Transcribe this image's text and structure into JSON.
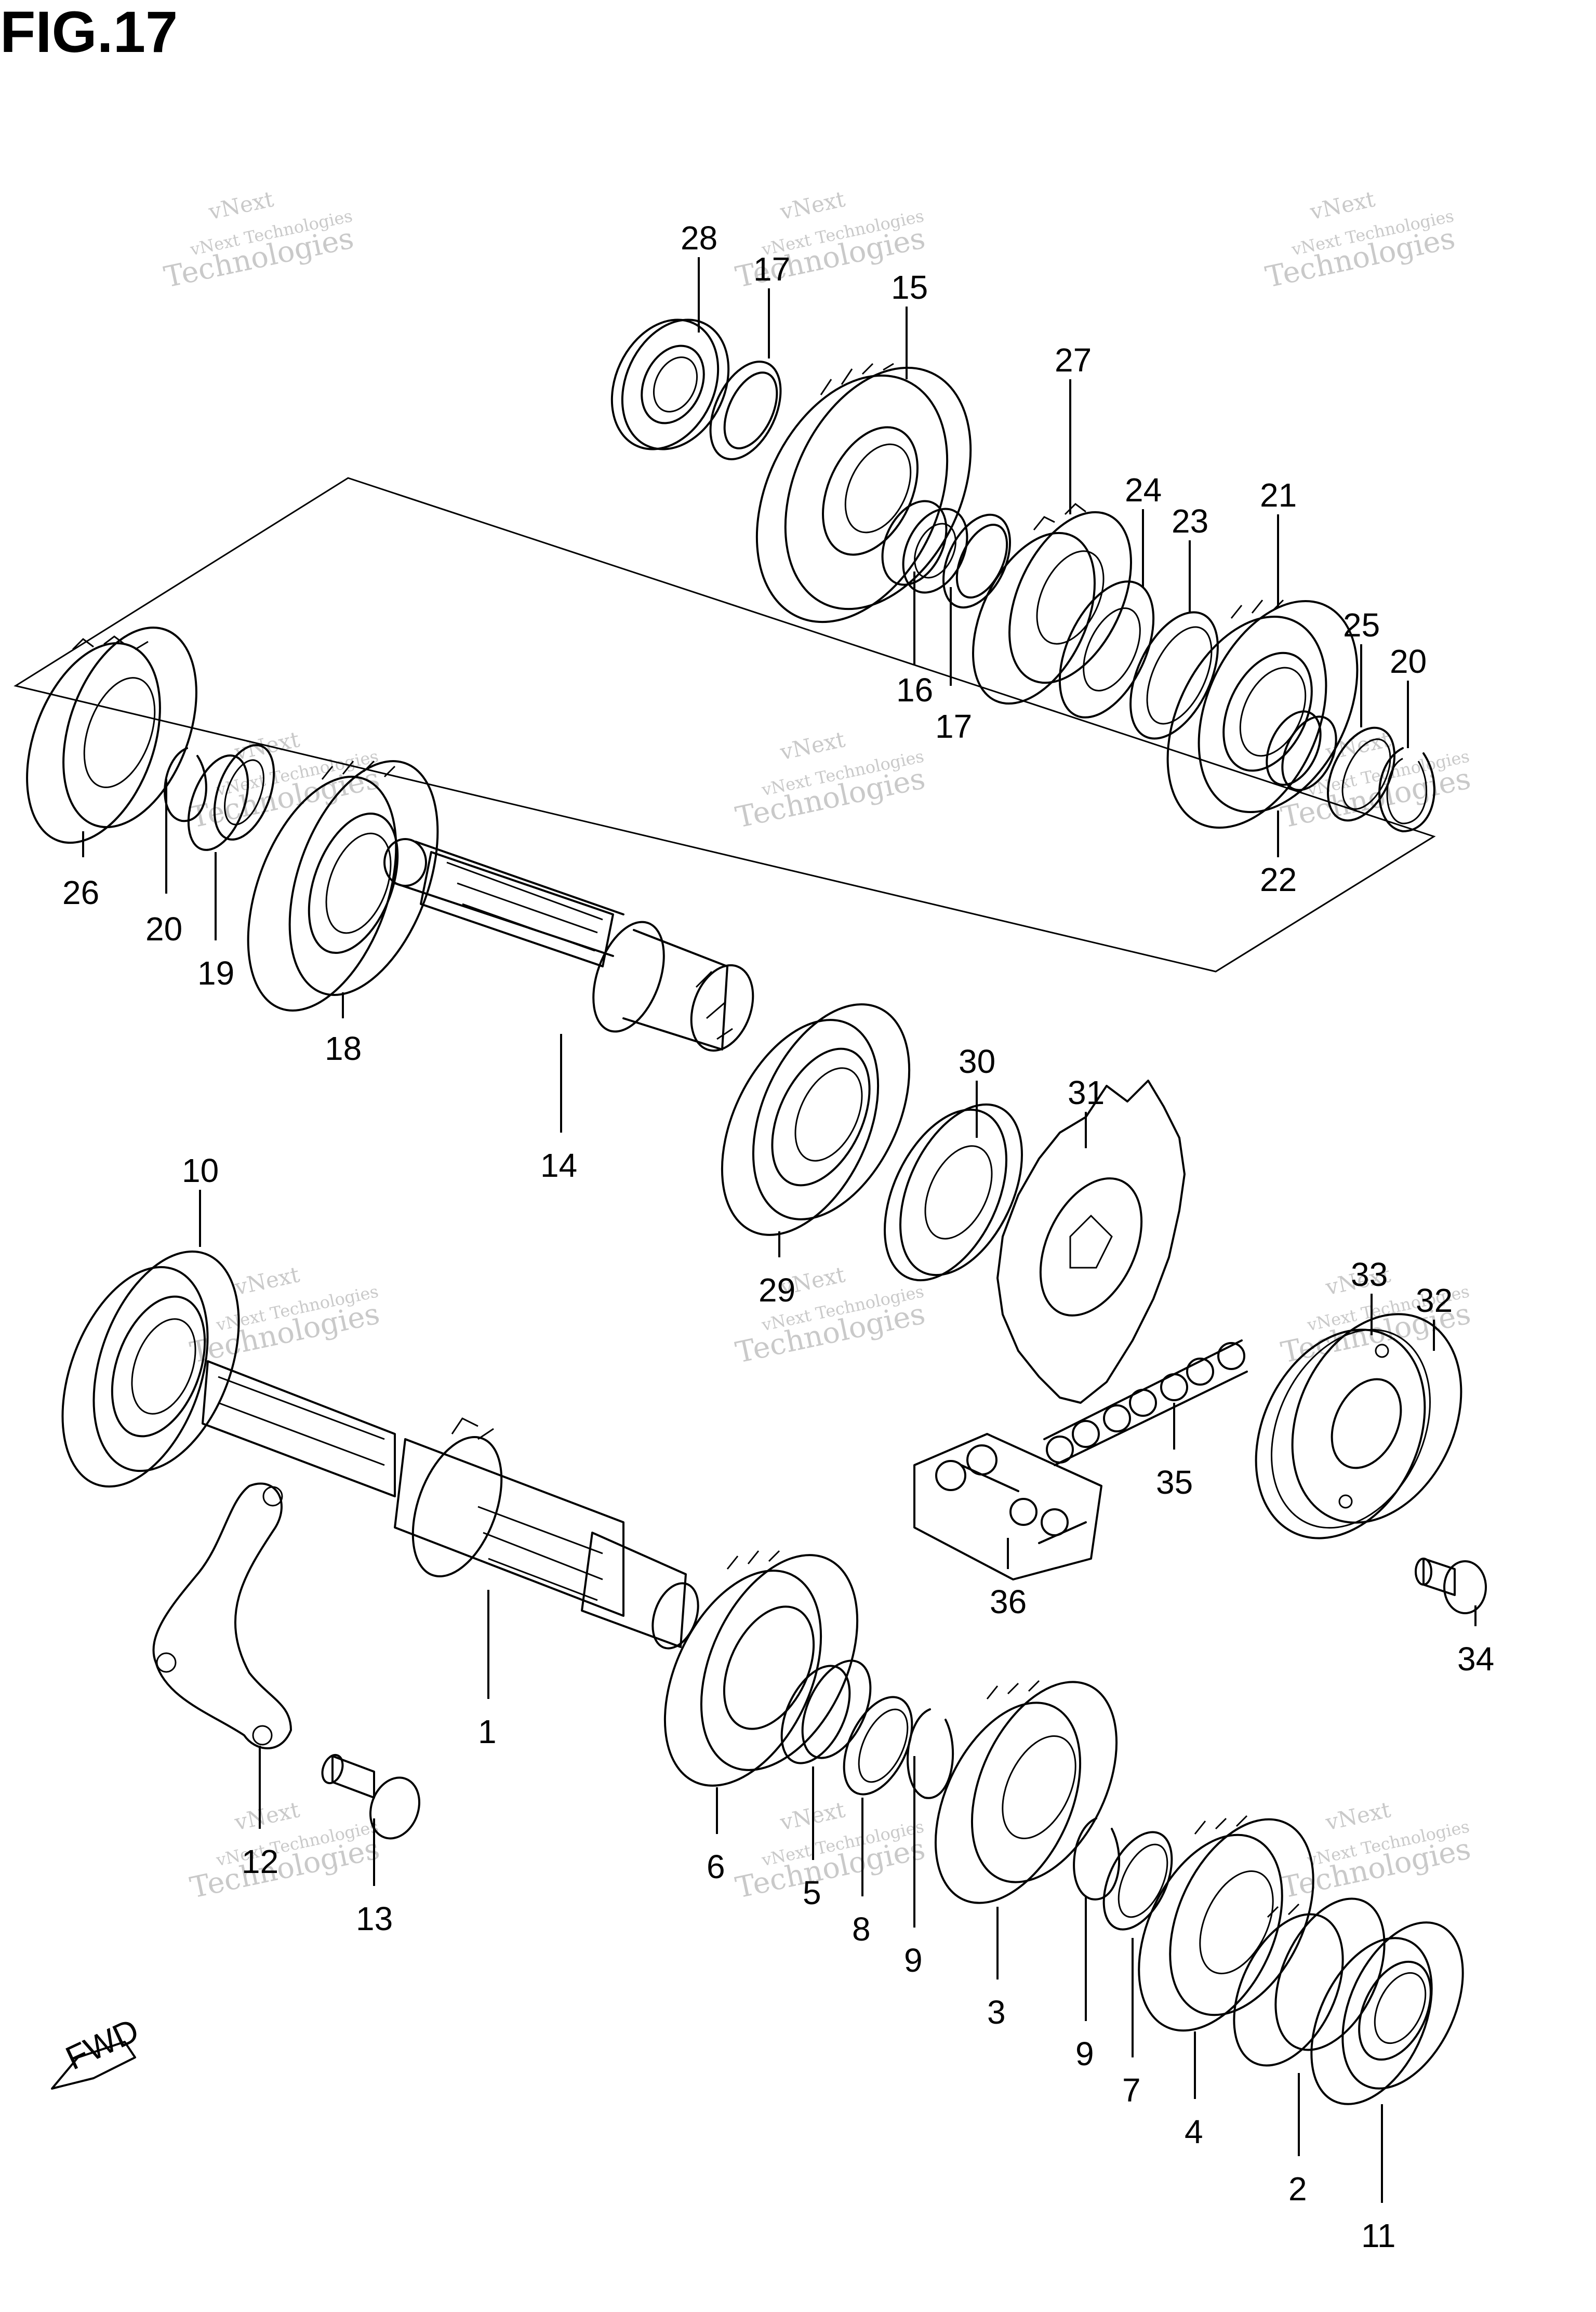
{
  "figure": {
    "title": "FIG.17"
  },
  "fwd_badge": {
    "label": "FWD"
  },
  "watermark": {
    "line1": "vNext",
    "line2": "vNext Technologies",
    "line3": "Technologies"
  },
  "callouts": [
    {
      "id": "c28",
      "label": "28"
    },
    {
      "id": "c17a",
      "label": "17"
    },
    {
      "id": "c15",
      "label": "15"
    },
    {
      "id": "c27",
      "label": "27"
    },
    {
      "id": "c24",
      "label": "24"
    },
    {
      "id": "c23",
      "label": "23"
    },
    {
      "id": "c21",
      "label": "21"
    },
    {
      "id": "c25",
      "label": "25"
    },
    {
      "id": "c20a",
      "label": "20"
    },
    {
      "id": "c16",
      "label": "16"
    },
    {
      "id": "c17b",
      "label": "17"
    },
    {
      "id": "c22",
      "label": "22"
    },
    {
      "id": "c26",
      "label": "26"
    },
    {
      "id": "c20b",
      "label": "20"
    },
    {
      "id": "c19",
      "label": "19"
    },
    {
      "id": "c18",
      "label": "18"
    },
    {
      "id": "c14",
      "label": "14"
    },
    {
      "id": "c30",
      "label": "30"
    },
    {
      "id": "c31",
      "label": "31"
    },
    {
      "id": "c29",
      "label": "29"
    },
    {
      "id": "c10",
      "label": "10"
    },
    {
      "id": "c33",
      "label": "33"
    },
    {
      "id": "c32",
      "label": "32"
    },
    {
      "id": "c35",
      "label": "35"
    },
    {
      "id": "c36",
      "label": "36"
    },
    {
      "id": "c34",
      "label": "34"
    },
    {
      "id": "c1",
      "label": "1"
    },
    {
      "id": "c12",
      "label": "12"
    },
    {
      "id": "c13",
      "label": "13"
    },
    {
      "id": "c6",
      "label": "6"
    },
    {
      "id": "c5",
      "label": "5"
    },
    {
      "id": "c8",
      "label": "8"
    },
    {
      "id": "c9a",
      "label": "9"
    },
    {
      "id": "c3",
      "label": "3"
    },
    {
      "id": "c9b",
      "label": "9"
    },
    {
      "id": "c7",
      "label": "7"
    },
    {
      "id": "c4",
      "label": "4"
    },
    {
      "id": "c2",
      "label": "2"
    },
    {
      "id": "c11",
      "label": "11"
    }
  ]
}
